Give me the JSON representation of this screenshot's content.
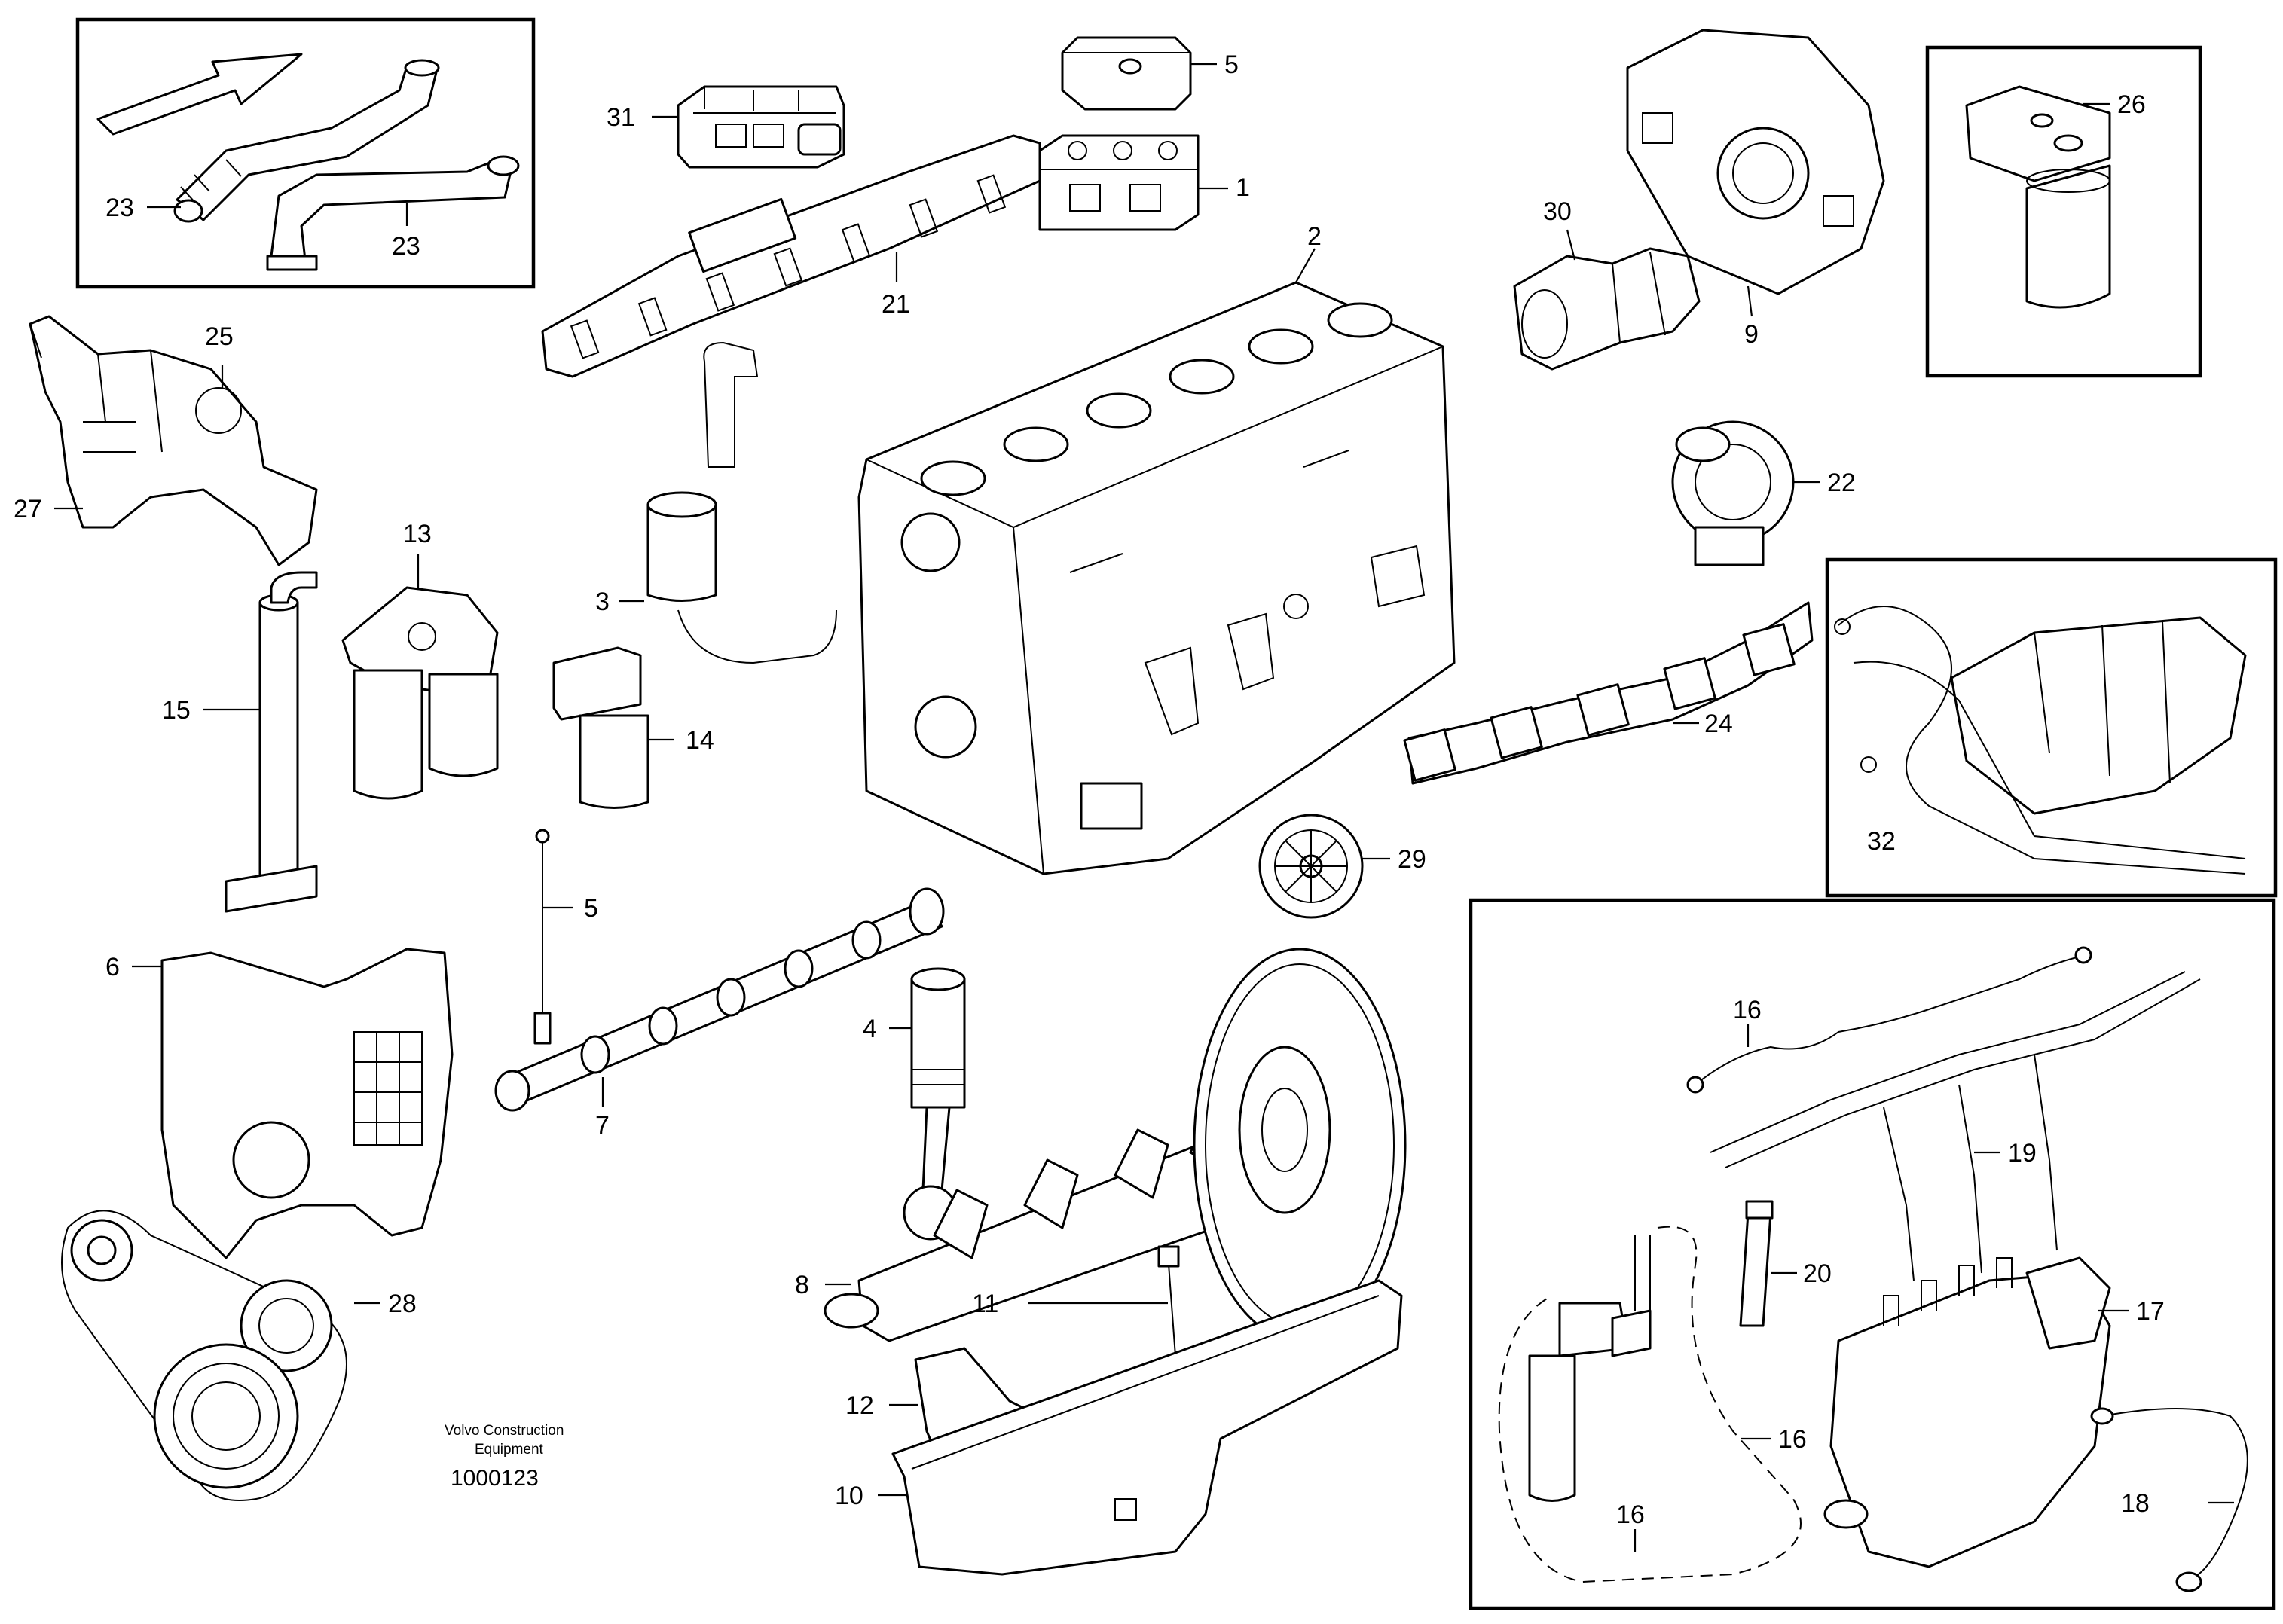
{
  "labels": {
    "l1": "1",
    "l2": "2",
    "l3": "3",
    "l4": "4",
    "l5a": "5",
    "l5b": "5",
    "l6": "6",
    "l7": "7",
    "l8": "8",
    "l9": "9",
    "l10": "10",
    "l11": "11",
    "l12": "12",
    "l13": "13",
    "l14": "14",
    "l15": "15",
    "l16a": "16",
    "l16b": "16",
    "l16c": "16",
    "l17": "17",
    "l18": "18",
    "l19": "19",
    "l20": "20",
    "l21": "21",
    "l22": "22",
    "l23a": "23",
    "l23b": "23",
    "l24": "24",
    "l25": "25",
    "l26": "26",
    "l27": "27",
    "l28": "28",
    "l29": "29",
    "l30": "30",
    "l31": "31",
    "l32": "32"
  },
  "caption": {
    "line1": "Volvo Construction",
    "line2": "Equipment",
    "doc_number": "1000123"
  }
}
